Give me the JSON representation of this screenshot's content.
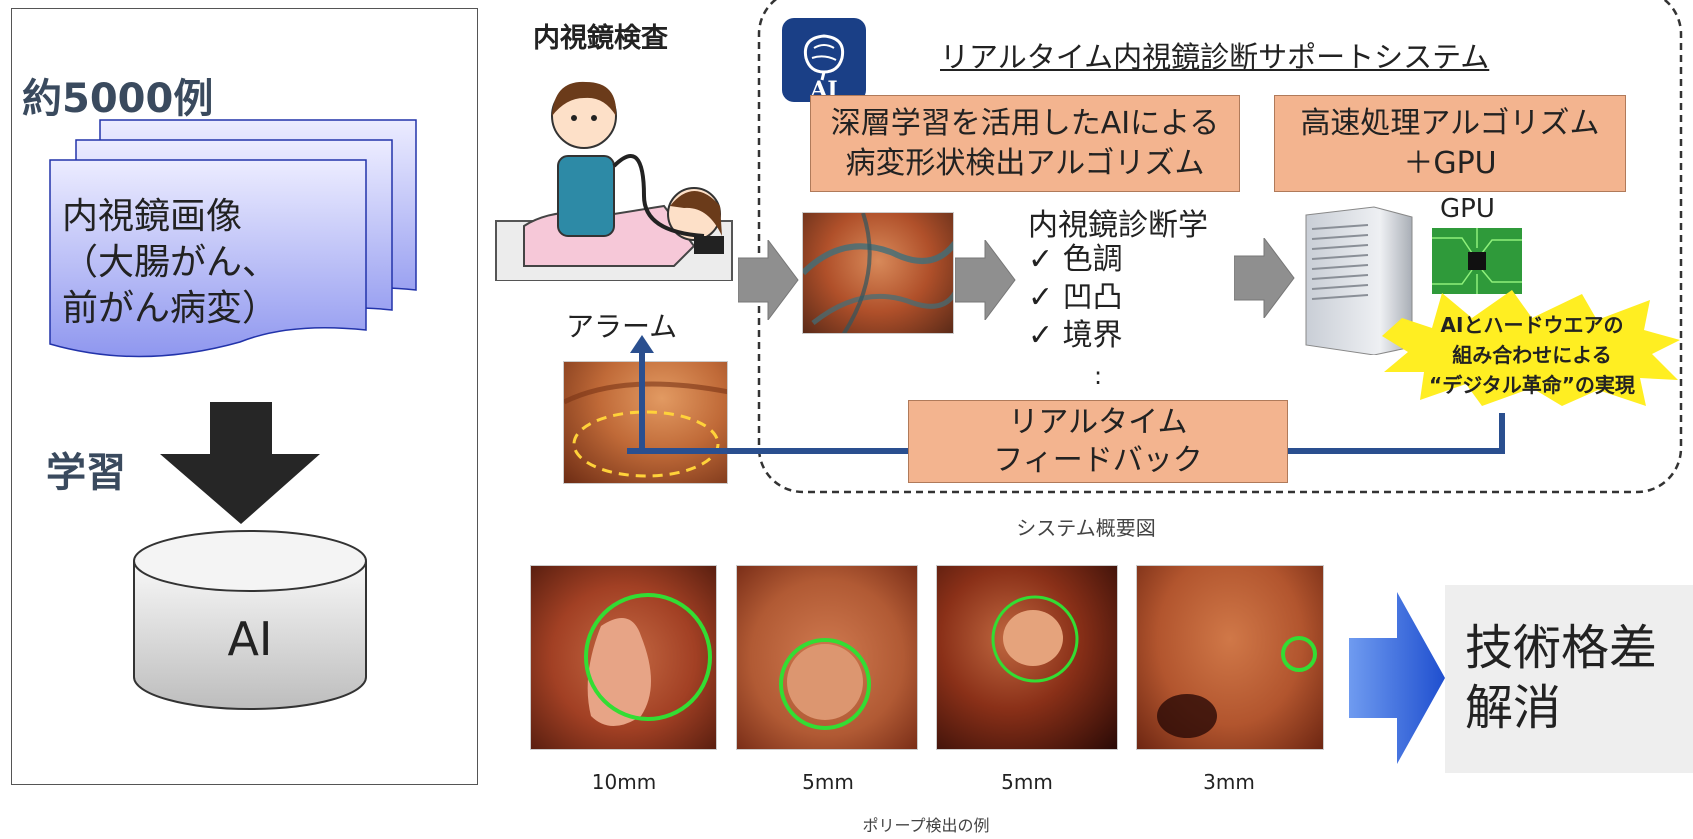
{
  "left": {
    "count_label": "約5000例",
    "doc_text_line1": "内視鏡画像",
    "doc_text_line2": "（大腸がん、",
    "doc_text_line3": "前がん病変）",
    "learning_label": "学習",
    "ai_label": "AI"
  },
  "system": {
    "exam_label": "内視鏡検査",
    "alarm_label": "アラーム",
    "badge_label": "AI",
    "title": "リアルタイム内視鏡診断サポートシステム",
    "deep_learning_line1": "深層学習を活用したAIによる",
    "deep_learning_line2": "病変形状検出アルゴリズム",
    "fast_processing_line1": "高速処理アルゴリズム",
    "fast_processing_line2": "＋GPU",
    "diagnostics_title": "内視鏡診断学",
    "checks": [
      "✓ 色調",
      "✓ 凹凸",
      "✓ 境界"
    ],
    "ellipsis": ":",
    "gpu_label": "GPU",
    "starburst_line1": "AIとハードウエアの",
    "starburst_line2": "組み合わせによる",
    "starburst_line3": "“デジタル革命”の実現",
    "feedback_line1": "リアルタイム",
    "feedback_line2": "フィードバック",
    "caption": "システム概要図"
  },
  "polyps": {
    "sizes": [
      "10mm",
      "5mm",
      "5mm",
      "3mm"
    ],
    "caption": "ポリープ検出の例"
  },
  "result": {
    "line1": "技術格差",
    "line2": "解消"
  },
  "colors": {
    "orange_box": "#f3b48f",
    "feedback_line": "#2a4f8f",
    "detection_circle": "#33dd33",
    "result_arrow": "#1f4fcf",
    "starburst": "#ffee22"
  }
}
